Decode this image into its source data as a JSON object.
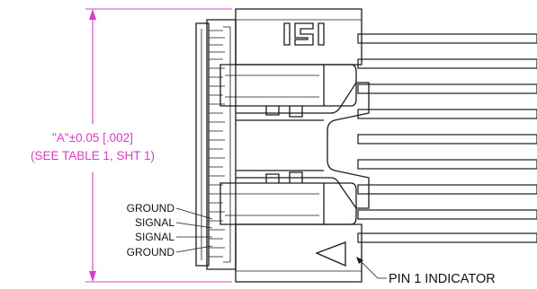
{
  "dimension": {
    "value_label": "\"A\"±0.05 [.002]",
    "reference_label": "(SEE TABLE 1, SHT 1)",
    "color": "#d63cc8"
  },
  "pin_labels": [
    "GROUND",
    "SIGNAL",
    "SIGNAL",
    "GROUND"
  ],
  "pin1_indicator_label": "PIN 1 INDICATOR",
  "logo_mark": "ISI",
  "line_color": "#1a1a1a"
}
